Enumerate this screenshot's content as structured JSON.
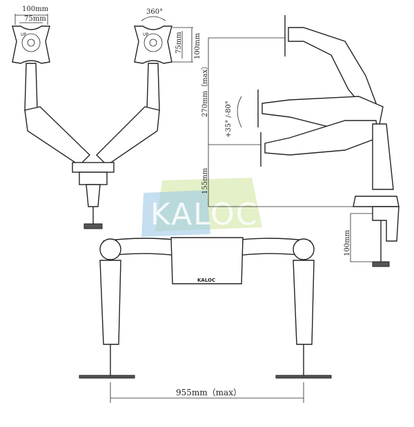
{
  "watermark": "KALOC",
  "labels": {
    "vesa_width_outer": "100mm",
    "vesa_width_inner": "75mm",
    "rotation": "360°",
    "vesa_height_inner": "75mm",
    "vesa_height_outer": "100mm",
    "height_adjust": "270mm（max）",
    "tilt": "+35° /-80°",
    "min_height": "155mm",
    "clamp_depth": "100mm",
    "span": "955mm（max）",
    "up_left": "UP",
    "up_right": "UP",
    "logo": "KALOC"
  },
  "colors": {
    "line": "#222222",
    "watermark_green": "#d9eab0",
    "watermark_blue": "#9ec9e6"
  }
}
